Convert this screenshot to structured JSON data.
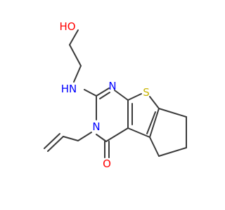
{
  "molecule": {
    "atoms": {
      "hydroxyl_oxygen": {
        "label": "HO",
        "color": "#ff0000"
      },
      "amine": {
        "label": "HN",
        "color": "#0000ff"
      },
      "ring_nitrogen_top": {
        "label": "N",
        "color": "#0000ff"
      },
      "ring_nitrogen_substituted": {
        "label": "N",
        "color": "#0000ff"
      },
      "sulfur": {
        "label": "S",
        "color": "#c8b400"
      },
      "carbonyl_oxygen": {
        "label": "O",
        "color": "#ff0000"
      }
    },
    "bond_color": "#3a3a3a"
  }
}
